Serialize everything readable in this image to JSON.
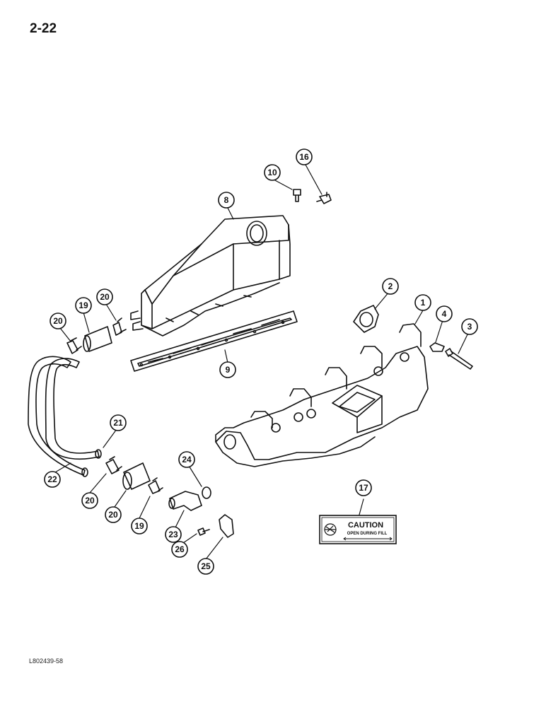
{
  "page_number": "2-22",
  "figure_code": "L802439-58",
  "callouts": [
    "1",
    "2",
    "3",
    "4",
    "8",
    "9",
    "10",
    "16",
    "19",
    "20",
    "20",
    "19",
    "20",
    "20",
    "21",
    "22",
    "23",
    "24",
    "25",
    "26",
    "17"
  ],
  "decal": {
    "title": "CAUTION",
    "subtitle": "OPEN DURING FILL"
  },
  "colors": {
    "line": "#111111",
    "paper": "#ffffff"
  }
}
